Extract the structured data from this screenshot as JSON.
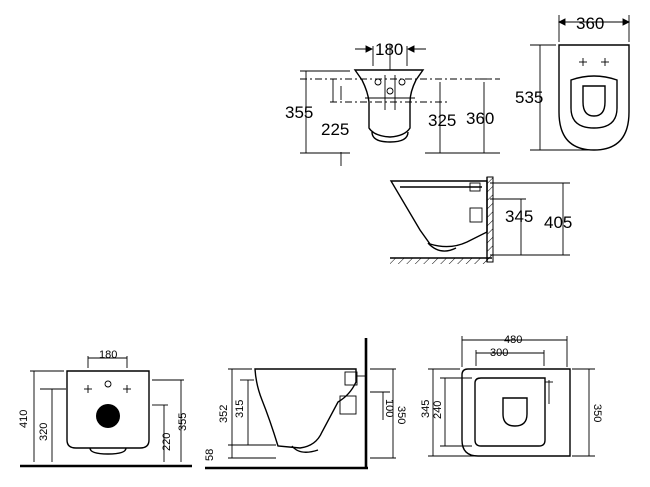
{
  "top_front_view": {
    "width": "180",
    "height_total": "355",
    "height_inner": "225",
    "height_right_a": "325",
    "height_right_b": "360"
  },
  "top_plan_view": {
    "width": "360",
    "depth": "535"
  },
  "top_side_view": {
    "height_a": "345",
    "height_b": "405"
  },
  "bottom_front_view": {
    "width": "180",
    "height_total": "410",
    "height_inner": "320",
    "height_right_a": "220",
    "height_right_b": "355"
  },
  "bottom_side_view": {
    "height_a": "352",
    "height_b": "315",
    "height_c": "350",
    "height_d": "100",
    "floor_gap": "58"
  },
  "bottom_plan_view": {
    "width_outer": "480",
    "width_inner": "300",
    "depth_left_a": "345",
    "depth_left_b": "240",
    "depth_right": "350"
  },
  "colors": {
    "line": "#000000",
    "background": "#ffffff"
  }
}
